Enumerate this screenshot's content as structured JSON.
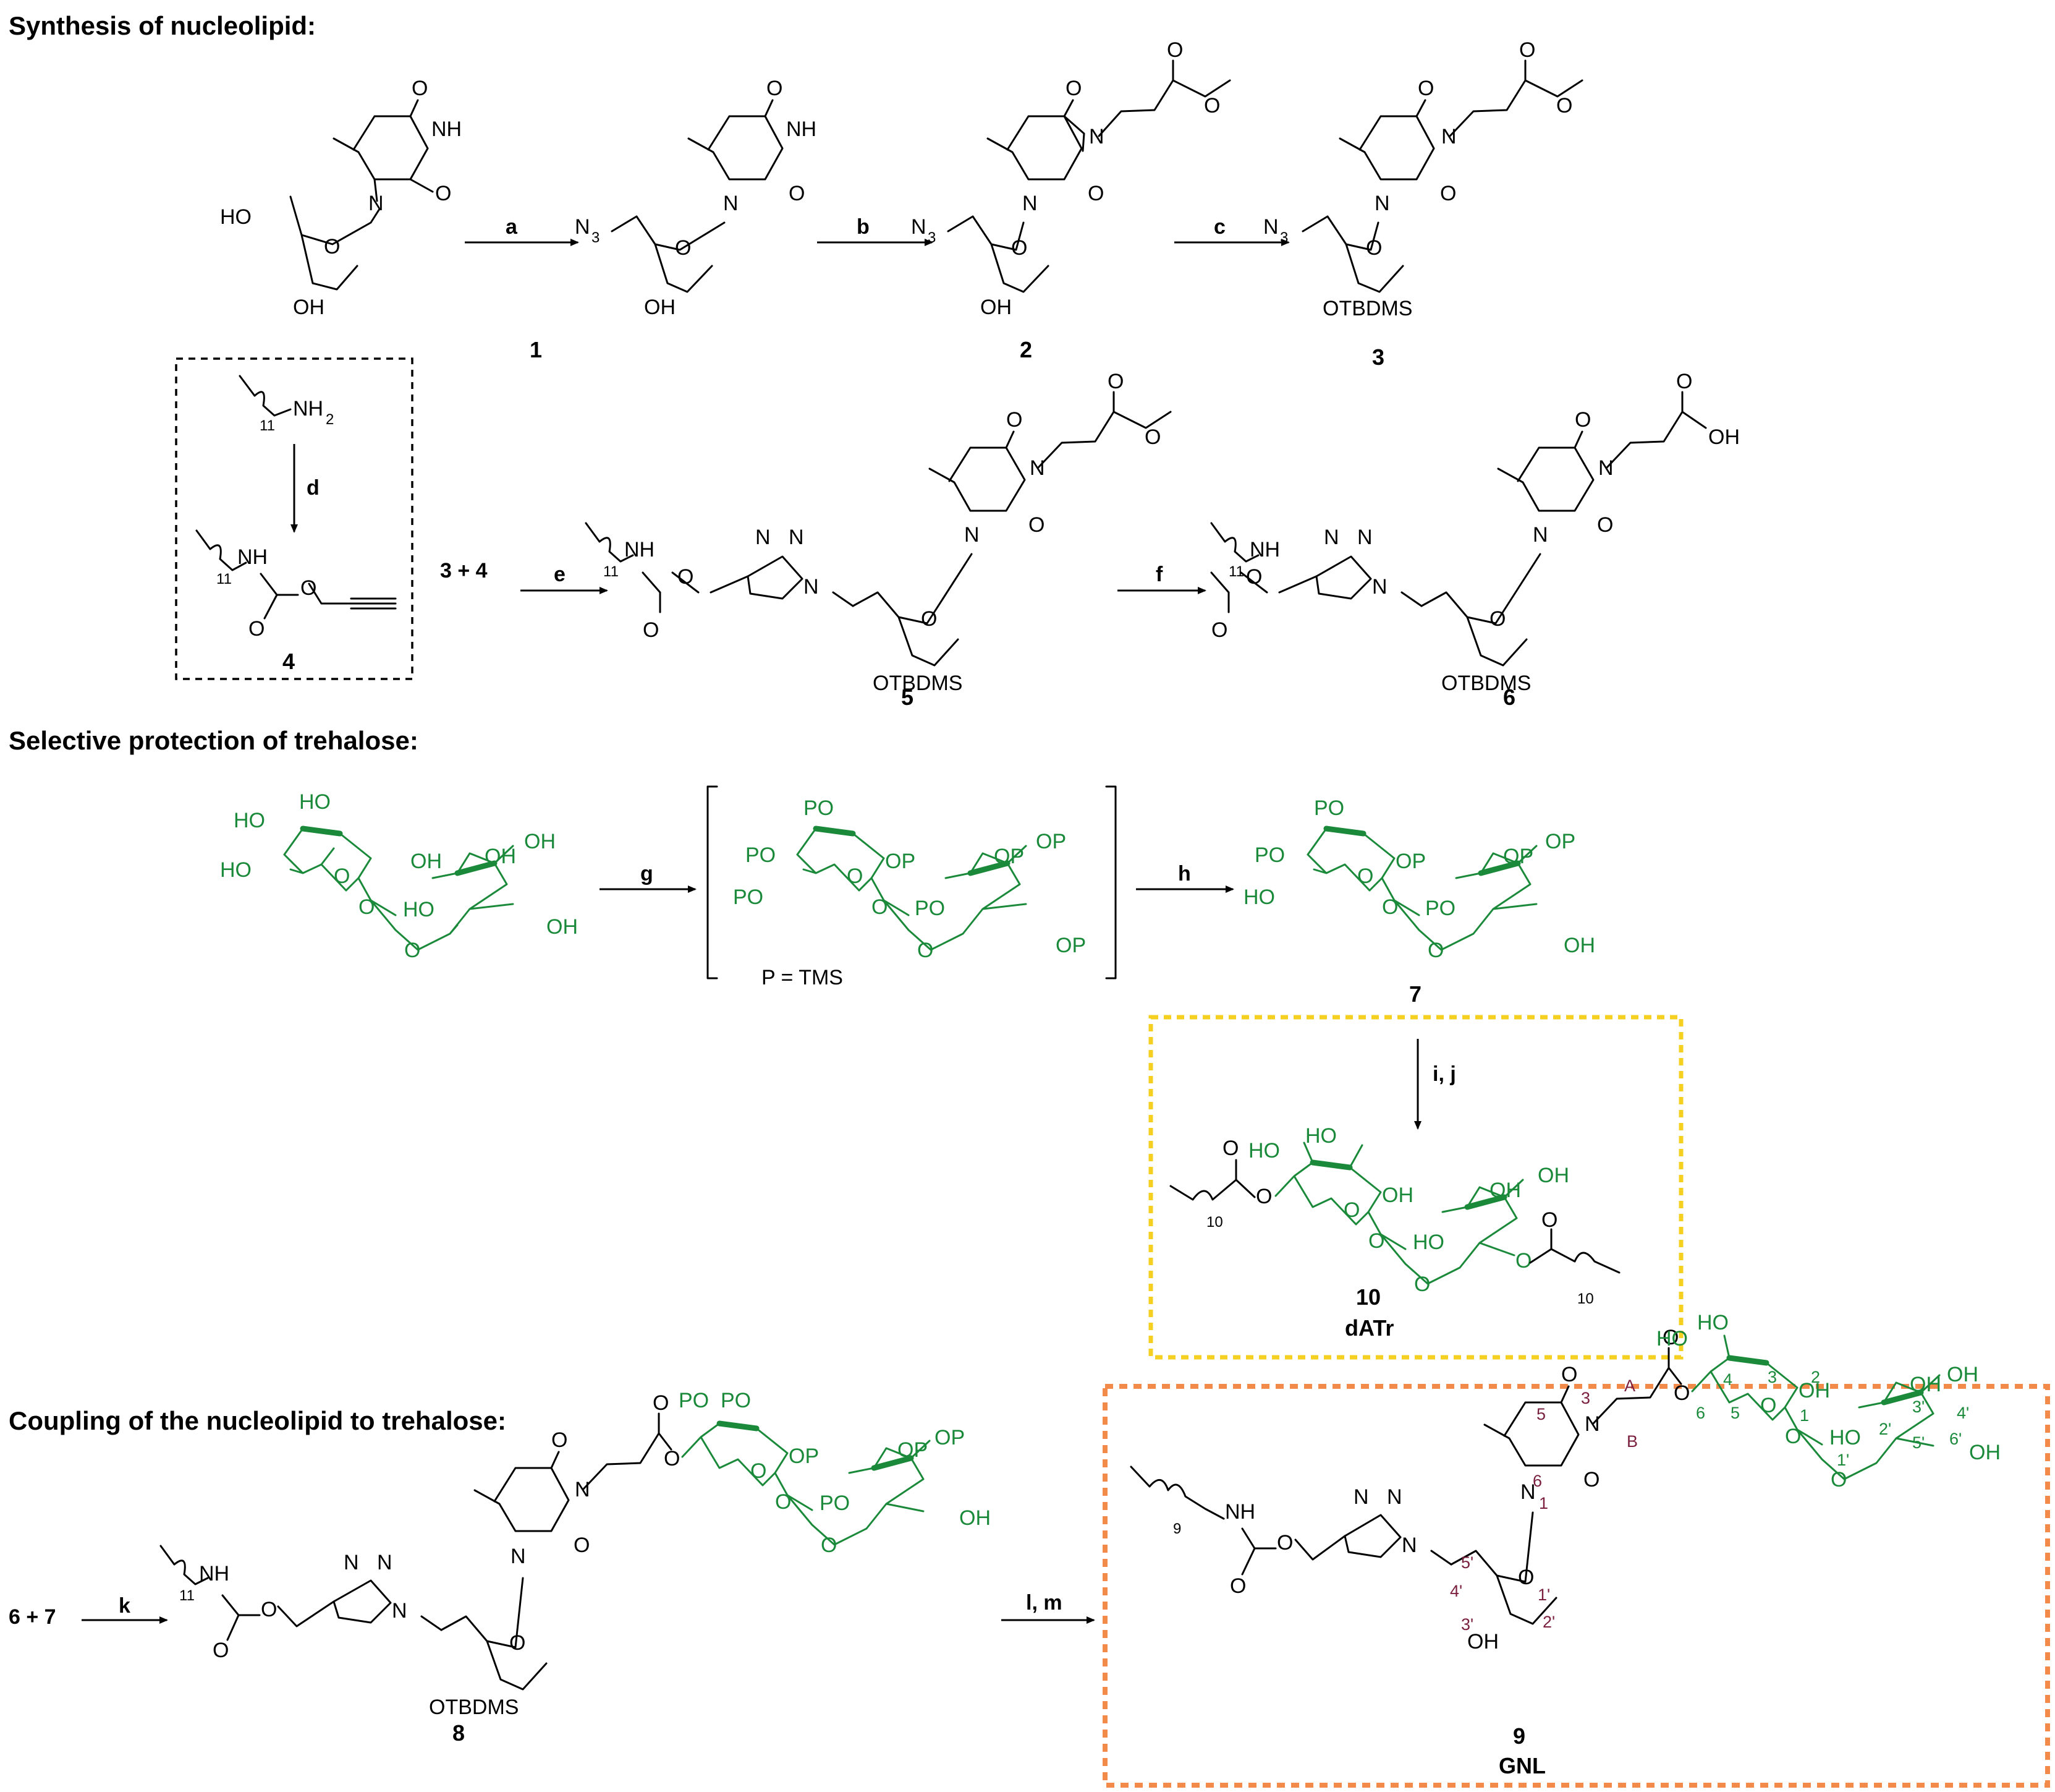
{
  "sections": {
    "s1": "Synthesis of nucleolipid:",
    "s2": "Selective protection of trehalose:",
    "s3": "Coupling of the nucleolipid to trehalose:"
  },
  "reagents": {
    "a": "a",
    "b": "b",
    "c": "c",
    "d": "d",
    "e": "e",
    "f": "f",
    "g": "g",
    "h": "h",
    "ij": "i, j",
    "k": "k",
    "lm": "l, m"
  },
  "compounds": {
    "c1": "1",
    "c2": "2",
    "c3": "3",
    "c4": "4",
    "c5": "5",
    "c6": "6",
    "c7": "7",
    "c8": "8",
    "c9": "9",
    "c10": "10",
    "dATr": "dATr",
    "GNL": "GNL"
  },
  "reactants": {
    "r34": "3 + 4",
    "r67": "6 + 7"
  },
  "notes": {
    "p_tms": "P = TMS"
  },
  "atoms": {
    "O": "O",
    "NH": "NH",
    "N": "N",
    "N3": "N",
    "three": "3",
    "HO": "HO",
    "OH": "OH",
    "OTBDMS": "OTBDMS",
    "NH2": "NH",
    "two": "2",
    "eleven": "11",
    "ten": "10",
    "nine": "9",
    "PO": "PO",
    "OP": "OP",
    "OPd": "OP"
  },
  "gnl_labels": {
    "A": "A",
    "B": "B",
    "p5": "5",
    "p3": "3",
    "p6": "6",
    "p1": "1",
    "s5p": "5'",
    "s4p": "4'",
    "s3p": "3'",
    "s2p": "2'",
    "s1p": "1'",
    "t4": "4",
    "t3": "3",
    "t2": "2",
    "t1": "1",
    "t6": "6",
    "t5": "5",
    "t3p": "3'",
    "t4p": "4'",
    "t2p": "2'",
    "t5p": "5'",
    "t6p": "6'",
    "t1p": "1'"
  },
  "colors": {
    "trehalose": "#1a8a3a",
    "label_red": "#7a1f3d",
    "box_yellow": "#f5d020",
    "box_orange": "#f28a4a",
    "box_black": "#000000"
  }
}
